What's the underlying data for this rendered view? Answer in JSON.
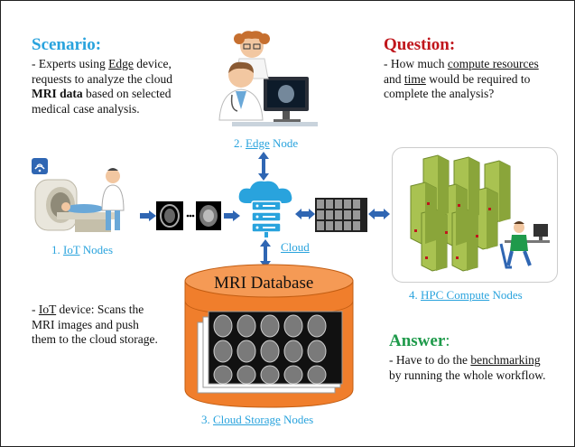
{
  "colors": {
    "scenario": "#29a3dd",
    "question": "#c0161c",
    "answer": "#1f9a4b",
    "caption": "#29a3dd",
    "arrow": "#2f66b3",
    "database": "#f07e2c",
    "server": "#a9c251"
  },
  "scenario": {
    "heading": "Scenario:",
    "line1_pre": "- Experts using ",
    "line1_u": "Edge",
    "line1_post": " device,",
    "line2": "requests to analyze the cloud",
    "line3_bold": "MRI data",
    "line3_post": " based on selected",
    "line4": "medical case analysis."
  },
  "question": {
    "heading": "Question:",
    "line1_pre": "- How much ",
    "line1_u": "compute resources",
    "line2_pre": "and ",
    "line2_u": "time",
    "line2_post": " would be required to",
    "line3": "complete the analysis?"
  },
  "answer": {
    "heading": "Answer",
    "colon": ":",
    "line1_pre": "- Have to do the ",
    "line1_u": "benchmarking",
    "line2": "by running the whole workflow."
  },
  "iot_note": {
    "line1_pre": "- ",
    "line1_u": "IoT",
    "line1_post": " device: Scans the",
    "line2": "MRI images and push",
    "line3": "them to the cloud storage."
  },
  "nodes": {
    "edge": {
      "num": "2. ",
      "u": "Edge",
      "post": " Node"
    },
    "iot": {
      "num": "1. ",
      "u": "IoT",
      "post": " Nodes"
    },
    "cloud": {
      "u": "Cloud"
    },
    "hpc": {
      "num": "4. ",
      "u": "HPC Compute",
      "post": " Nodes"
    },
    "storage": {
      "num": "3. ",
      "u": "Cloud Storage",
      "post": " Nodes"
    }
  },
  "database": {
    "label": "MRI Database"
  },
  "icons": [
    "doctor-icon",
    "mri-scanner-icon",
    "cloud-server-icon",
    "mri-slice-icon",
    "server-tower-icon",
    "database-cylinder-icon"
  ]
}
